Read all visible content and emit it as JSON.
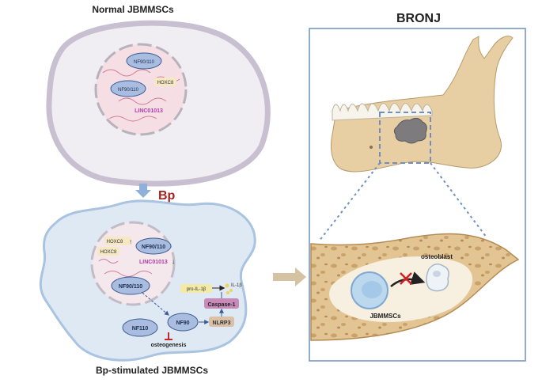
{
  "left": {
    "normal_title": "Normal JBMMSCs",
    "normal_labels": {
      "nf_top": "NF90/110",
      "nf_bottom": "NF90/110",
      "hoxc8": "HOXC8",
      "linc": "LINC01013"
    },
    "bp_label": "Bp",
    "stim_labels": {
      "hoxc8_up": "HOXC8",
      "hoxc8": "HOXC8",
      "nf90110_nuc": "NF90/110",
      "linc": "LINC01013",
      "nf90110_cyt": "NF90/110",
      "pro_il": "pro-IL-1β",
      "il": "IL-1β",
      "caspase": "Caspase-1",
      "nlrp3": "NLRP3",
      "nf90": "NF90",
      "nf110": "NF110",
      "osteo": "osteogenesis"
    },
    "stim_title": "Bp-stimulated JBMMSCs"
  },
  "right": {
    "title": "BRONJ",
    "osteoblast": "osteoblast",
    "jbmmscs": "JBMMSCs"
  },
  "colors": {
    "nf_fill": "#a9bde0",
    "nf_stroke": "#3e5b93",
    "linc_purple": "#b03ca8",
    "bp_red": "#a3231f",
    "hox_fill": "#f5e8c3",
    "caspase_fill": "#c88ab8",
    "nlrp3_fill": "#d9c0a6",
    "panel_border": "#6f8fc0",
    "bone": "#e8cfa3"
  }
}
